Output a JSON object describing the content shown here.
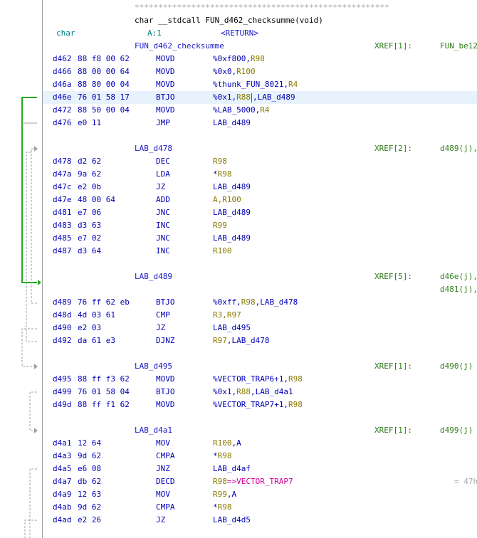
{
  "header": {
    "stars": "******************************************************",
    "signature_type": "char __stdcall ",
    "signature_name": "FUN_d462_checksumme",
    "signature_args": "(void)",
    "ret_type": "char",
    "ret_storage": "A:1",
    "ret_name": "<RETURN>",
    "func_label": "FUN_d462_checksumme",
    "func_xref": "XREF[1]:",
    "func_xref_target": "FUN_be12"
  },
  "block1": [
    {
      "addr": "d462",
      "bytes": "88 f8 00 62",
      "mnem": "MOVD",
      "op1": "%0xf800,",
      "op2": "R98",
      "op3": ""
    },
    {
      "addr": "d466",
      "bytes": "88 00 00 64",
      "mnem": "MOVD",
      "op1": "%0x0,",
      "op2": "R100",
      "op3": ""
    },
    {
      "addr": "d46a",
      "bytes": "88 80 00 04",
      "mnem": "MOVD",
      "op1": "%thunk_FUN_8021,",
      "op2": "R4",
      "op3": ""
    },
    {
      "addr": "d46e",
      "bytes": "76 01 58 17",
      "mnem": "BTJO",
      "op1": "%0x1,",
      "op2": "R88",
      "op3": ",LAB_d489"
    },
    {
      "addr": "d472",
      "bytes": "88 50 00 04",
      "mnem": "MOVD",
      "op1": "%LAB_5000,",
      "op2": "R4",
      "op3": ""
    },
    {
      "addr": "d476",
      "bytes": "e0 11",
      "mnem": "JMP",
      "op1": "LAB_d489",
      "op2": "",
      "op3": ""
    }
  ],
  "lab_d478": {
    "label": "LAB_d478",
    "xref": "XREF[2]:",
    "targets": [
      "d489(j),"
    ]
  },
  "block2": [
    {
      "addr": "d478",
      "bytes": "d2 62",
      "mnem": "DEC",
      "op1": "",
      "op2": "R98",
      "op3": ""
    },
    {
      "addr": "d47a",
      "bytes": "9a 62",
      "mnem": "LDA",
      "op1": "*",
      "op2": "R98",
      "op3": ""
    },
    {
      "addr": "d47c",
      "bytes": "e2 0b",
      "mnem": "JZ",
      "op1": "LAB_d489",
      "op2": "",
      "op3": ""
    },
    {
      "addr": "d47e",
      "bytes": "48 00 64",
      "mnem": "ADD",
      "op1": "A,",
      "op2": "R100",
      "op3": ""
    },
    {
      "addr": "d481",
      "bytes": "e7 06",
      "mnem": "JNC",
      "op1": "LAB_d489",
      "op2": "",
      "op3": ""
    },
    {
      "addr": "d483",
      "bytes": "d3 63",
      "mnem": "INC",
      "op1": "",
      "op2": "R99",
      "op3": ""
    },
    {
      "addr": "d485",
      "bytes": "e7 02",
      "mnem": "JNC",
      "op1": "LAB_d489",
      "op2": "",
      "op3": ""
    },
    {
      "addr": "d487",
      "bytes": "d3 64",
      "mnem": "INC",
      "op1": "",
      "op2": "R100",
      "op3": ""
    }
  ],
  "lab_d489": {
    "label": "LAB_d489",
    "xref": "XREF[5]:",
    "targets": [
      "d46e(j),",
      "d481(j),"
    ]
  },
  "block3": [
    {
      "addr": "d489",
      "bytes": "76 ff 62 eb",
      "mnem": "BTJO",
      "op1": "%0xff,",
      "op2": "R98",
      "op3": ",LAB_d478"
    },
    {
      "addr": "d48d",
      "bytes": "4d 03 61",
      "mnem": "CMP",
      "op1": "",
      "op2": "R3,R97",
      "op3": ""
    },
    {
      "addr": "d490",
      "bytes": "e2 03",
      "mnem": "JZ",
      "op1": "LAB_d495",
      "op2": "",
      "op3": ""
    },
    {
      "addr": "d492",
      "bytes": "da 61 e3",
      "mnem": "DJNZ",
      "op1": "",
      "op2": "R97",
      "op3": ",LAB_d478"
    }
  ],
  "lab_d495": {
    "label": "LAB_d495",
    "xref": "XREF[1]:",
    "targets": [
      "d490(j)"
    ]
  },
  "block4": [
    {
      "addr": "d495",
      "bytes": "88 ff f3 62",
      "mnem": "MOVD",
      "op1": "%VECTOR_TRAP6+1,",
      "op2": "R98",
      "op3": ""
    },
    {
      "addr": "d499",
      "bytes": "76 01 58 04",
      "mnem": "BTJO",
      "op1": "%0x1,",
      "op2": "R88",
      "op3": ",LAB_d4a1"
    },
    {
      "addr": "d49d",
      "bytes": "88 ff f1 62",
      "mnem": "MOVD",
      "op1": "%VECTOR_TRAP7+1,",
      "op2": "R98",
      "op3": ""
    }
  ],
  "lab_d4a1": {
    "label": "LAB_d4a1",
    "xref": "XREF[1]:",
    "targets": [
      "d499(j)"
    ]
  },
  "block5": [
    {
      "addr": "d4a1",
      "bytes": "12 64",
      "mnem": "MOV",
      "op1": "",
      "op2": "R100",
      "op3": ",A"
    },
    {
      "addr": "d4a3",
      "bytes": "9d 62",
      "mnem": "CMPA",
      "op1": "*",
      "op2": "R98",
      "op3": ""
    },
    {
      "addr": "d4a5",
      "bytes": "e6 08",
      "mnem": "JNZ",
      "op1": "LAB_d4af",
      "op2": "",
      "op3": ""
    },
    {
      "addr": "d4a7",
      "bytes": "db 62",
      "mnem": "DECD",
      "op1": "",
      "op2": "R98",
      "op3": "=>VECTOR_TRAP7"
    },
    {
      "addr": "d4a9",
      "bytes": "12 63",
      "mnem": "MOV",
      "op1": "",
      "op2": "R99",
      "op3": ",A"
    },
    {
      "addr": "d4ab",
      "bytes": "9d 62",
      "mnem": "CMPA",
      "op1": "*",
      "op2": "R98",
      "op3": ""
    },
    {
      "addr": "d4ad",
      "bytes": "e2 26",
      "mnem": "JZ",
      "op1": "LAB_d4d5",
      "op2": "",
      "op3": ""
    }
  ],
  "trailing_comment": "= 47h",
  "colors": {
    "flow_arrow": "#22aa22",
    "dashed_arrow": "#a0a0a0",
    "selected_row": "#e8f2fc"
  }
}
